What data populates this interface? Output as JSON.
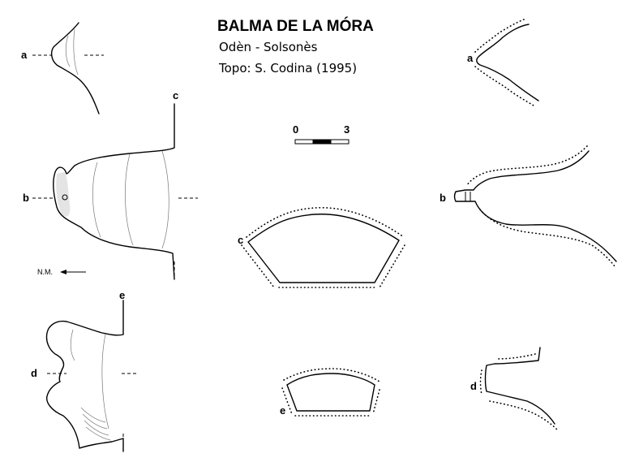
{
  "header": {
    "title": "BALMA DE LA MÓRA",
    "location": "Odèn - Solsonès",
    "credit": "Topo: S. Codina (1995)"
  },
  "scale_bar": {
    "start_label": "0",
    "end_label": "3"
  },
  "north_marker": {
    "label": "N.M."
  },
  "section_labels": {
    "a": "a",
    "b": "b",
    "c": "c",
    "d": "d",
    "e": "e"
  }
}
